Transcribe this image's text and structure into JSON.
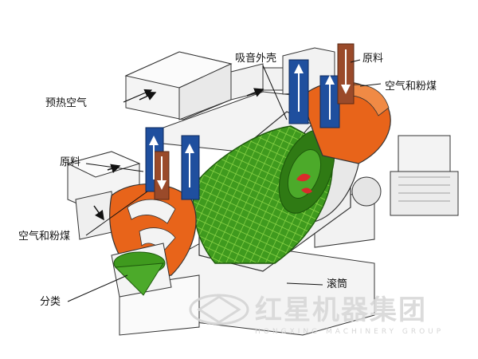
{
  "labels": {
    "preheated_air": "预热空气",
    "shell": "吸音外壳",
    "raw_material_top": "原料",
    "air_coal_top": "空气和粉煤",
    "raw_material_left": "原料",
    "air_coal_left": "空气和粉煤",
    "drum": "滚筒",
    "classifier": "分类"
  },
  "watermark": {
    "brand": "红星机器集团",
    "brand_en": "HONGXING MACHINERY GROUP"
  },
  "colors": {
    "drum_green": "#3f9a1e",
    "drum_grid": "#8fd84a",
    "hood_orange": "#e8641a",
    "pipe_blue": "#1f4f9e",
    "arrow_brown": "#9a4a2a",
    "housing_grey": "#f2f2f2",
    "outline": "#333333"
  }
}
